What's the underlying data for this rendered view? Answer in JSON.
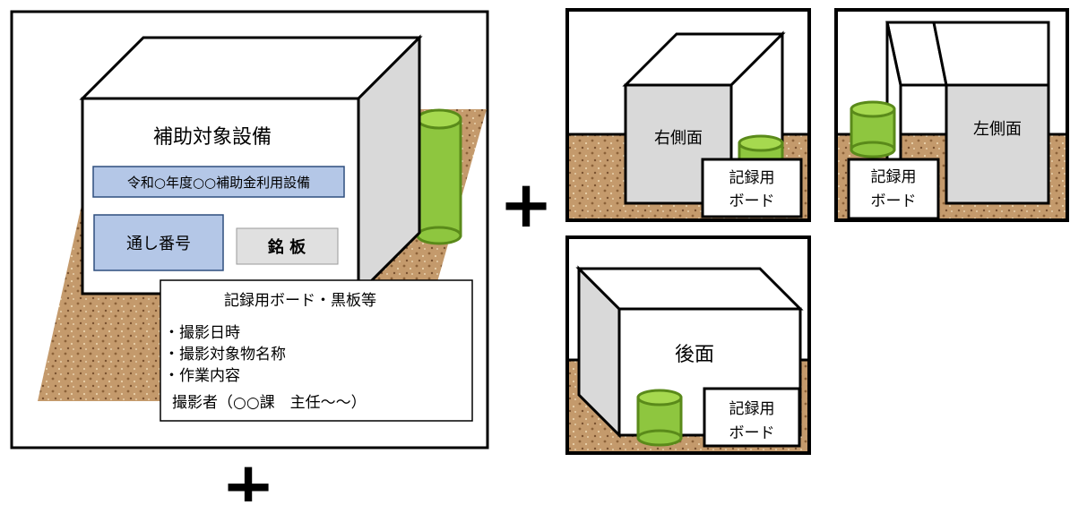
{
  "main_panel": {
    "equipment_title": "補助対象設備",
    "subsidy_label": "令和○年度○○補助金利用設備",
    "serial_label": "通し番号",
    "nameplate_label": "銘 板",
    "board": {
      "title": "記録用ボード・黒板等",
      "items": [
        "・撮影日時",
        "・撮影対象物名称",
        "・作業内容",
        "撮影者（○○課　主任～～）"
      ]
    }
  },
  "side_panels": {
    "right_side": {
      "label": "右側面",
      "board_line1": "記録用",
      "board_line2": "ボード"
    },
    "left_side": {
      "label": "左側面",
      "board_line1": "記録用",
      "board_line2": "ボード"
    },
    "back": {
      "label": "後面",
      "board_line1": "記録用",
      "board_line2": "ボード"
    }
  },
  "connectors": {
    "plus": "+"
  },
  "colors": {
    "ground": "#c49a6c",
    "cylinder": "#8ec63f",
    "cylinder_top": "#a6d94f",
    "box_side": "#d9d9d9",
    "label_blue": "#b4c7e7",
    "nameplate_gray": "#e0e0e0",
    "outline": "#000000"
  }
}
